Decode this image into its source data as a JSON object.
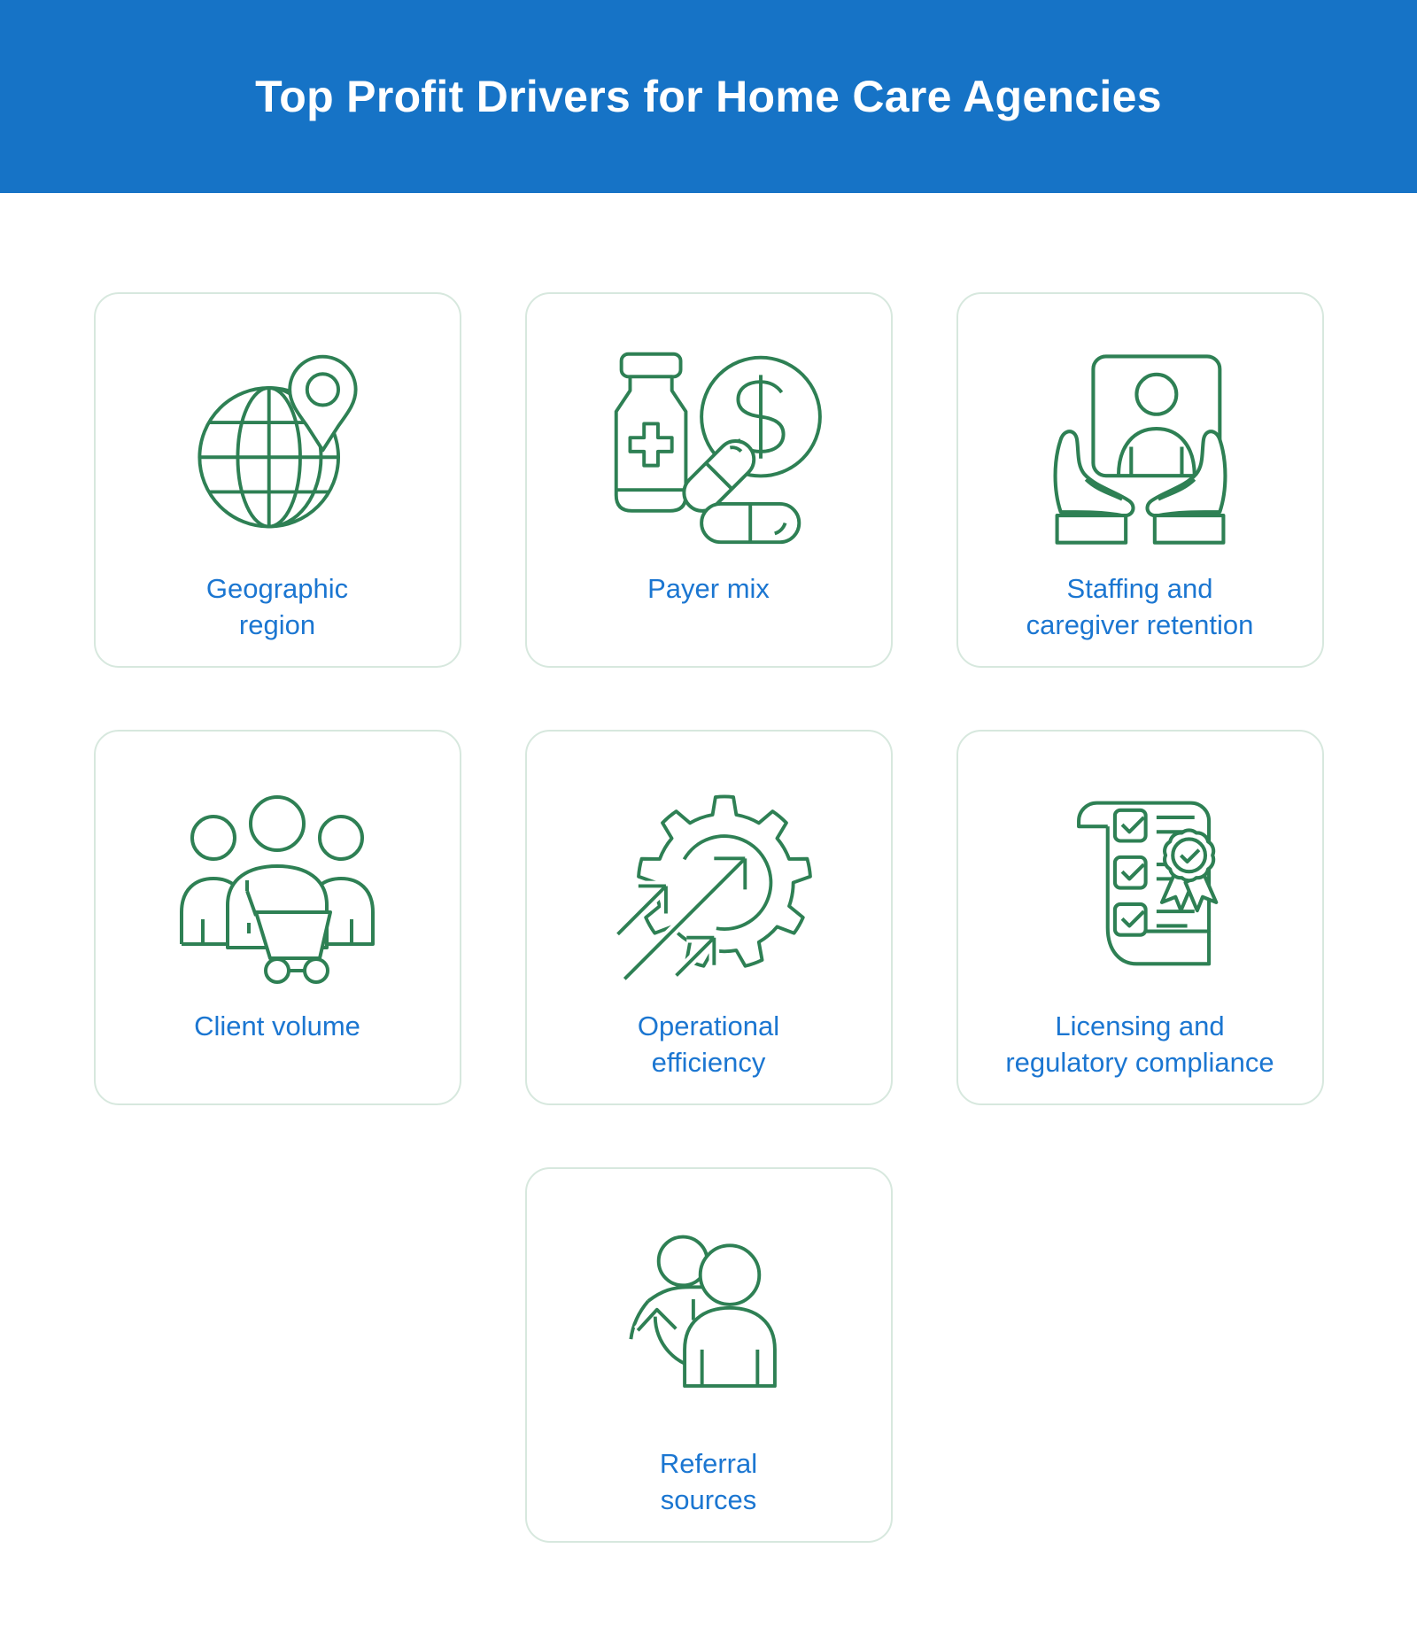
{
  "header": {
    "title": "Top Profit Drivers for Home Care Agencies"
  },
  "colors": {
    "header_bg": "#1673c6",
    "title": "#ffffff",
    "label": "#1b76d1",
    "icon_stroke": "#2e8054",
    "card_border": "#d7e8de",
    "card_bg": "#ffffff",
    "page_bg": "#ffffff"
  },
  "cards": [
    {
      "label": "Geographic\nregion",
      "icon": "globe-location-pin-icon"
    },
    {
      "label": "Payer mix",
      "icon": "medicine-bottle-dollar-icon"
    },
    {
      "label": "Staffing and\ncaregiver retention",
      "icon": "hands-holding-caregiver-icon"
    },
    {
      "label": "Client volume",
      "icon": "client-group-cart-icon"
    },
    {
      "label": "Operational\nefficiency",
      "icon": "gear-growth-arrows-icon"
    },
    {
      "label": "Licensing and\nregulatory compliance",
      "icon": "checklist-award-icon"
    },
    {
      "label": "Referral\nsources",
      "icon": "referral-people-arrow-icon"
    }
  ]
}
